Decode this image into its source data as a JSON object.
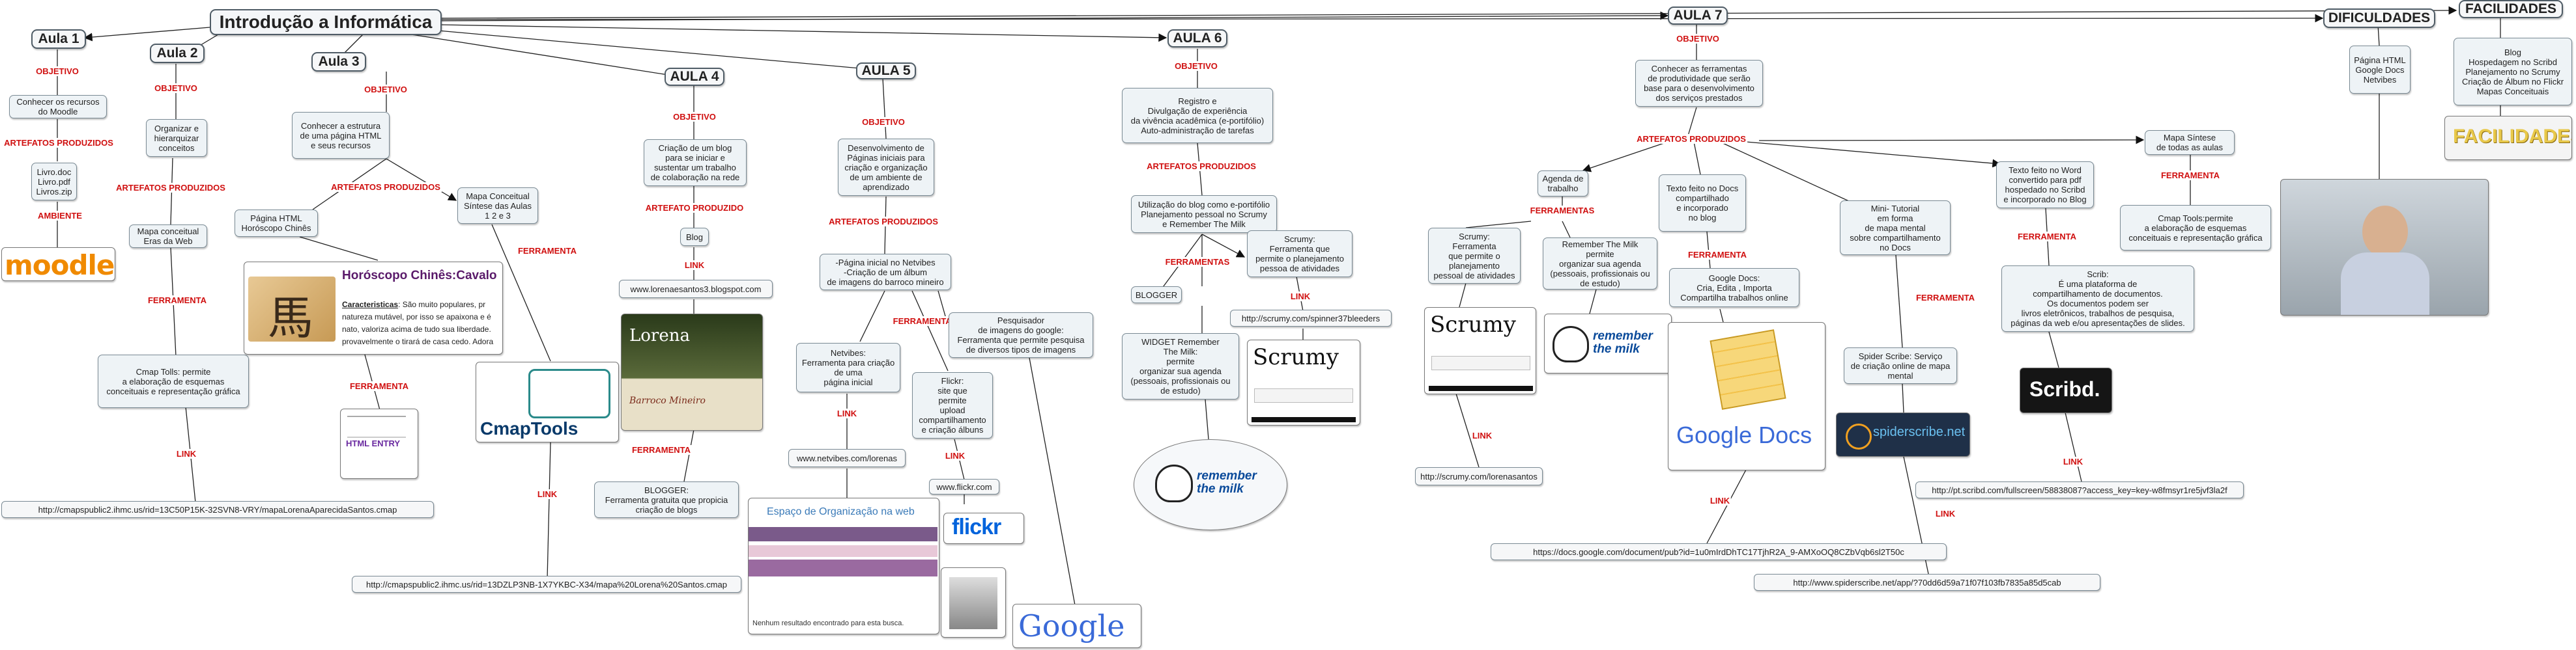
{
  "root": "Introdução a Informática",
  "dificuldades": "DIFICULDADES",
  "facilidades": "FACILIDADES",
  "aulas": [
    "Aula 1",
    "Aula 2",
    "Aula 3",
    "AULA 4",
    "AULA 5",
    "AULA 6",
    "AULA 7"
  ],
  "labels": {
    "objetivo": "OBJETIVO",
    "artefatos": "ARTEFATOS PRODUZIDOS",
    "artefato": "ARTEFATO PRODUZIDO",
    "ambiente": "AMBIENTE",
    "ferramenta": "FERRAMENTA",
    "ferramentas": "FERRAMENTAS",
    "link": "LINK"
  },
  "aula1": {
    "objetivo": "Conhecer os recursos\ndo Moodle",
    "artefatos": "Livro.doc\nLivro.pdf\nLivros.zip",
    "ambiente_logo": "moodle"
  },
  "aula2": {
    "objetivo": "Organizar e\nhierarquizar\nconceitos",
    "mapa": "Mapa conceitual\nEras da Web",
    "cmap": "Cmap Tolls: permite\na elaboração de esquemas\nconceituais e representação gráfica",
    "link": "http://cmapspublic2.ihmc.us/rid=13C50P15K-32SVN8-VRY/mapaLorenaAparecidaSantos.cmap"
  },
  "aula3": {
    "objetivo": "Conhecer a estrutura\nde uma página HTML\ne seus recursos",
    "pagina": "Página HTML\nHoróscopo Chinês",
    "mapa": "Mapa Conceitual\nSíntese das Aulas\n1 2 e 3",
    "horoscopo_title": "Horóscopo Chinês:Cavalo",
    "horoscopo_bold": "Caracteristicas",
    "horoscopo_text": ": São muito populares, pr natureza mutável, por isso se apaixona e é nato, valoriza acima de tudo sua liberdade. provavelmente o tirará de casa cedo. Adora",
    "html_logo": "HTML ENTRY",
    "cmaptools_logo": "CmapTools",
    "link": "http://cmapspublic2.ihmc.us/rid=13DZLP3NB-1X7YKBC-X34/mapa%20Lorena%20Santos.cmap"
  },
  "aula4": {
    "objetivo": "Criação de um blog\npara se iniciar e\nsustentar um trabalho\nde colaboração na rede",
    "artefato": "Blog",
    "link": "www.lorenaesantos3.blogspot.com",
    "blog_title": "Lorena",
    "blog_subtitle": "Barroco Mineiro",
    "blogger": "BLOGGER:\nFerramenta gratuita que propicia\ncriação de blogs"
  },
  "aula5": {
    "objetivo": "Desenvolvimento de\nPáginas iniciais para\ncriação e organização\nde um ambiente de\naprendizado",
    "artefato": "-Página inicial no Netvibes\n-Criação de um álbum\nde imagens do barroco mineiro",
    "netvibes": "Netvibes:\nFerramenta para criação\nde uma\npágina inicial",
    "flickr": "Flickr:\nsite que\npermite\nupload\ncompartilhamento\ne criação álbuns",
    "pesquisador": "Pesquisador\nde imagens do google:\nFerramenta que permite pesquisa\nde diversos tipos de imagens",
    "link_netvibes": "www.netvibes.com/lorenas",
    "link_flickr": "www.flickr.com",
    "netvibes_title": "Espaço de Organização na web",
    "netvibes_search": "Nenhum resultado encontrado para esta busca.",
    "flickr_logo": "flickr",
    "google_logo": "Google"
  },
  "aula6": {
    "objetivo": "Registro e\nDivulgação de experiência\nda vivência acadêmica (e-portifólio)\nAuto-administração de tarefas",
    "artefatos": "Utilização do blog como e-portifólio\nPlanejamento pessoal no Scrumy\ne Remember The Milk",
    "blogger": "BLOGGER",
    "scrumy": "Scrumy:\nFerramenta que\npermite o planejamento\npessoa de atividades",
    "rtm": "WIDGET Remember\nThe Milk:\npermite\norganizar sua agenda\n(pessoais, profissionais ou\nde estudo)",
    "link_scrumy": "http://scrumy.com/spinner37bleeders",
    "scrumy_logo": "Scrumy",
    "rtm_logo": "remember\nthe milk"
  },
  "aula7": {
    "objetivo": "Conhecer as ferramentas\nde produtividade que serão\nbase para o desenvolvimento\ndos serviços prestados",
    "agenda": "Agenda de\ntrabalho",
    "scrumy": "Scrumy:\nFerramenta\nque permite o\nplanejamento\npessoal de atividades",
    "rtm": "Remember The Milk\npermite\norganizar sua agenda\n(pessoais, profissionais ou\nde estudo)",
    "link_scrumy": "http://scrumy.com/lorenasantos",
    "texto_docs": "Texto feito no Docs\ncompartilhado\ne incorporado\nno blog",
    "google_docs": "Google Docs:\nCria, Edita , Importa\nCompartilha trabalhos online",
    "link_docs": "https://docs.google.com/document/pub?id=1u0mIrdDhTC17TjhR2A_9-AMXoOQ8CZbVqb6sl2T50c",
    "mini_tutorial": "Mini- Tutorial\nem forma\nde mapa mental\nsobre compartilhamento\nno Docs",
    "spider": "Spider Scribe: Serviço\nde criação online de mapa\nmental",
    "link_spider": "http://www.spiderscribe.net/app/?70dd6d59a71f07f103fb7835a85d5cab",
    "texto_word": "Texto feito no Word\nconvertido para pdf\nhospedado no Scribd\ne incorporado no Blog",
    "scribd": "Scrib:\nÉ  uma plataforma de\ncompartilhamento de documentos.\nOs documentos podem ser\nlivros eletrônicos, trabalhos de pesquisa,\npáginas da web e/ou apresentações de slides.",
    "link_scribd": "http://pt.scribd.com/fullscreen/58838087?access_key=key-w8fmsyr1re5jvf3la2f",
    "mapa_sintese": "Mapa Síntese\nde todas as aulas",
    "cmap": "Cmap Tools:permite\na elaboração de esquemas\nconceituais e representação gráfica",
    "docs_logo": "Google Docs",
    "spider_logo": "spiderscribe.net",
    "scribd_logo": "Scribd."
  },
  "dificuldades_node": "Página HTML\nGoogle Docs\nNetvibes",
  "facilidades_node": "Blog\nHospedagem no Scribd\nPlanejamento no Scrumy\nCriação de Álbum no Flickr\nMapas Conceituais",
  "facilidades_logo": "FACILIDADES"
}
